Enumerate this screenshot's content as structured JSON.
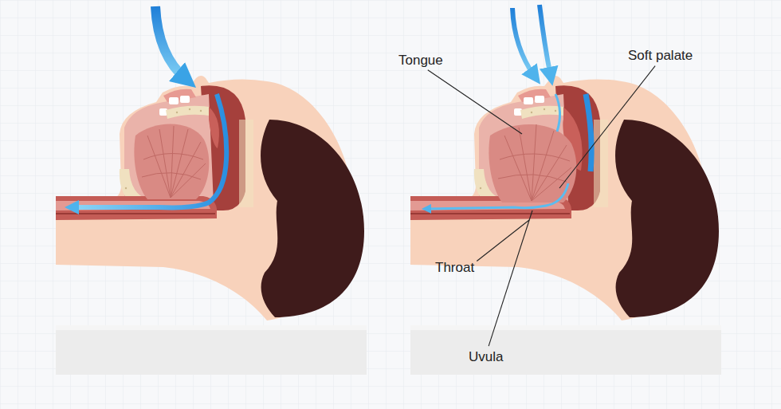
{
  "diagram": {
    "labels": [
      "Tongue",
      "Soft palate",
      "Throat",
      "Uvula"
    ]
  }
}
